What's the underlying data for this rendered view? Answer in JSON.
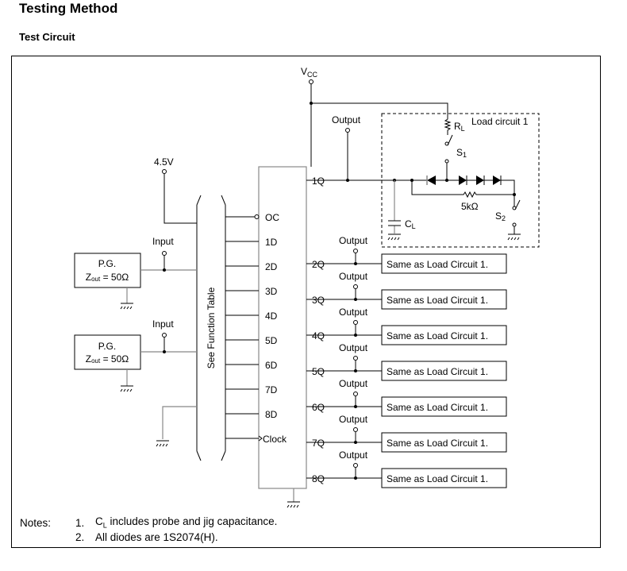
{
  "heading": "Testing Method",
  "subheading": "Test Circuit",
  "circuit": {
    "vcc_label": "V",
    "vcc_sub": "CC",
    "supply_label": "4.5V",
    "output_label": "Output",
    "input_label": "Input",
    "pulse_generator": {
      "name": "P.G.",
      "zout_prefix": "Z",
      "zout_sub": "out",
      "zout_value": " = 50Ω"
    },
    "function_table_label": "See Function Table",
    "ic_inputs": [
      "OC",
      "1D",
      "2D",
      "3D",
      "4D",
      "5D",
      "6D",
      "7D",
      "8D",
      "Clock"
    ],
    "ic_outputs": [
      "1Q",
      "2Q",
      "3Q",
      "4Q",
      "5Q",
      "6Q",
      "7Q",
      "8Q"
    ],
    "load_circuit": {
      "title": "Load circuit 1",
      "rl_label": "R",
      "rl_sub": "L",
      "s1_label": "S",
      "s1_sub": "1",
      "s2_label": "S",
      "s2_sub": "2",
      "cl_label": "C",
      "cl_sub": "L",
      "resistor_value": "5kΩ"
    },
    "same_as_label": "Same as Load Circuit 1."
  },
  "notes": {
    "label": "Notes:",
    "items": [
      {
        "num": "1.",
        "prefix": "C",
        "sub": "L",
        "text": " includes probe and jig capacitance."
      },
      {
        "num": "2.",
        "prefix": "",
        "sub": "",
        "text": "All diodes are 1S2074(H)."
      }
    ]
  }
}
